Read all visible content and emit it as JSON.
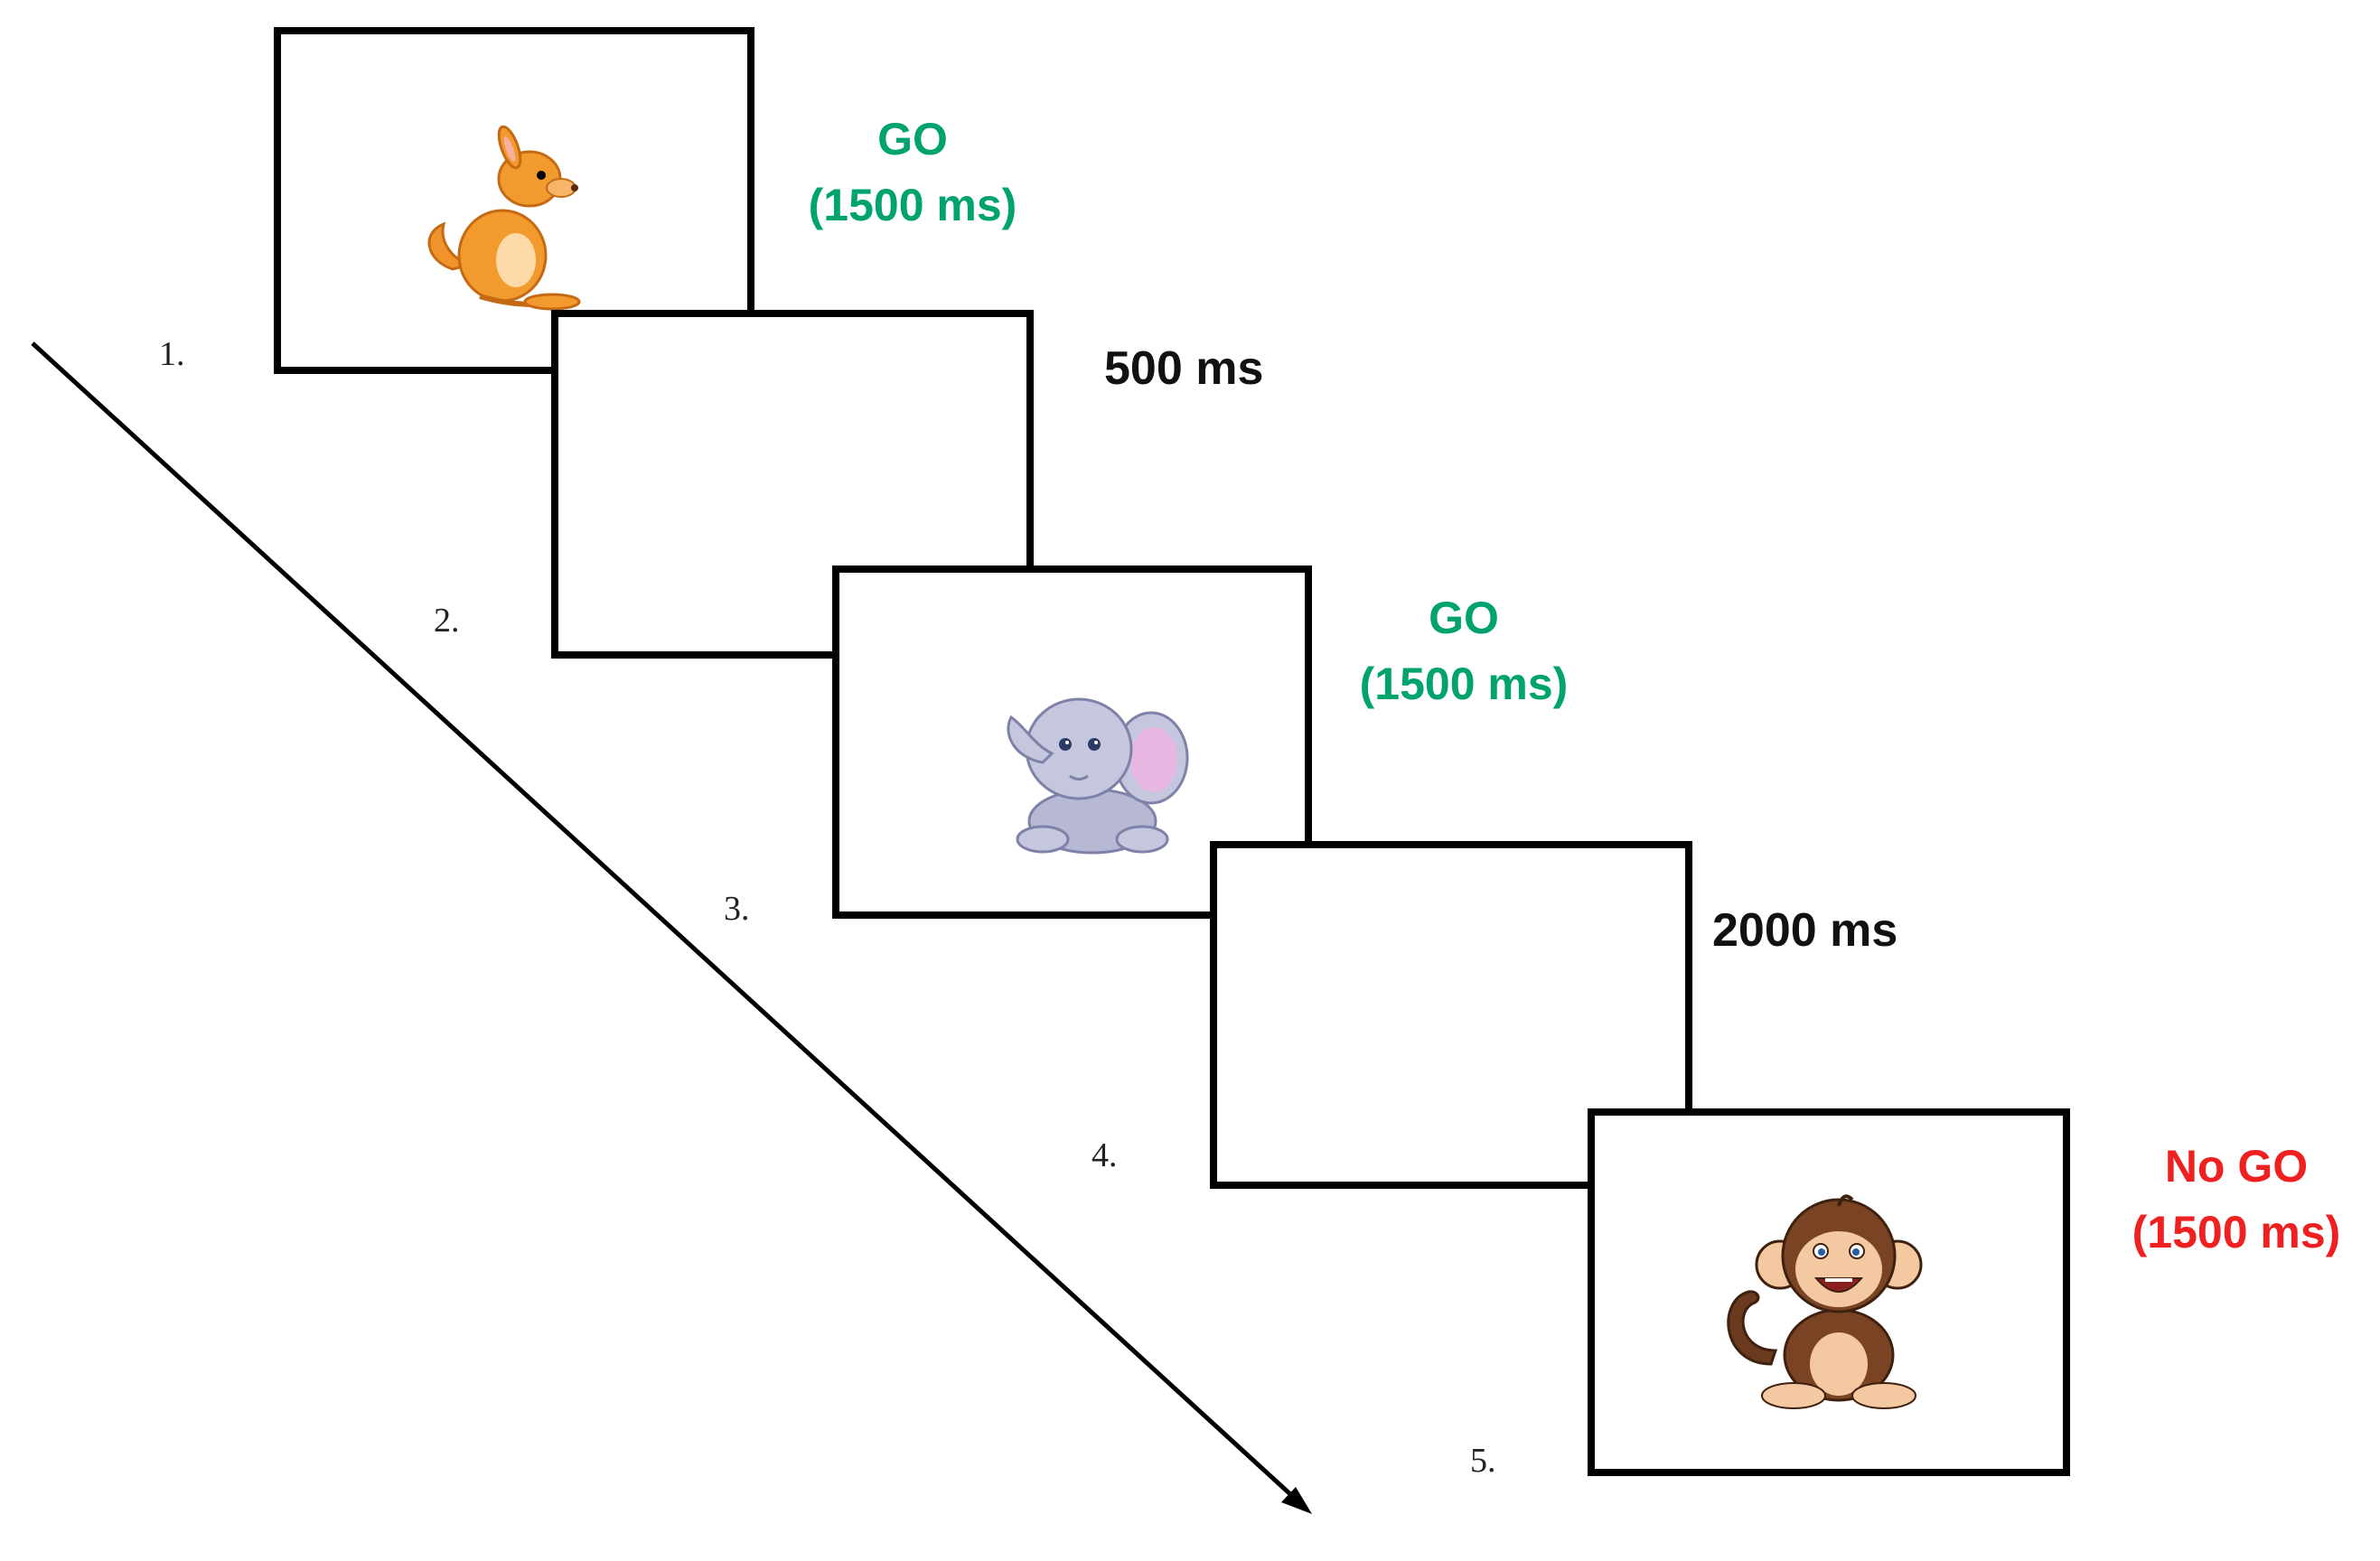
{
  "steps": [
    {
      "number": "1.",
      "type": "stimulus",
      "animal": "kangaroo",
      "condition": [
        "GO",
        "(1500 ms)"
      ],
      "condition_color": "#00a36f"
    },
    {
      "number": "2.",
      "type": "blank",
      "duration": "500 ms"
    },
    {
      "number": "3.",
      "type": "stimulus",
      "animal": "elephant",
      "condition": [
        "GO",
        "(1500 ms)"
      ],
      "condition_color": "#00a36f"
    },
    {
      "number": "4.",
      "type": "blank",
      "duration": "2000 ms"
    },
    {
      "number": "5.",
      "type": "stimulus",
      "animal": "monkey",
      "condition": [
        "No GO",
        "(1500 ms)"
      ],
      "condition_color": "#ee2020"
    }
  ],
  "icons": {
    "kangaroo": "kangaroo-icon",
    "elephant": "elephant-icon",
    "monkey": "monkey-icon",
    "timeline": "arrow"
  }
}
